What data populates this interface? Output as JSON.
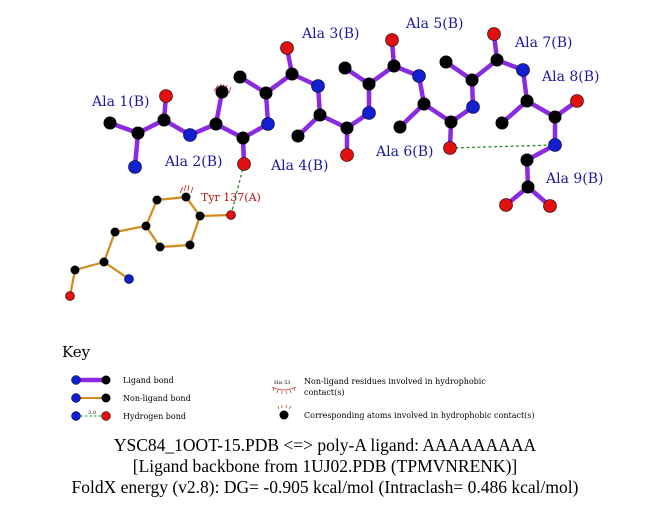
{
  "residue_labels": [
    {
      "id": "ala1",
      "text": "Ala 1(B)"
    },
    {
      "id": "ala2",
      "text": "Ala 2(B)"
    },
    {
      "id": "ala3",
      "text": "Ala 3(B)"
    },
    {
      "id": "ala4",
      "text": "Ala 4(B)"
    },
    {
      "id": "ala5",
      "text": "Ala 5(B)"
    },
    {
      "id": "ala6",
      "text": "Ala 6(B)"
    },
    {
      "id": "ala7",
      "text": "Ala 7(B)"
    },
    {
      "id": "ala8",
      "text": "Ala 8(B)"
    },
    {
      "id": "ala9",
      "text": "Ala 9(B)"
    }
  ],
  "interacting_residue": {
    "label": "Tyr 137(A)"
  },
  "key": {
    "title": "Key",
    "ligand_bond": "Ligand bond",
    "non_ligand_bond": "Non-ligand bond",
    "hydrogen_bond": "Hydrogen bond",
    "hbond_length_marker": "3.0",
    "hydrophobic_residues_line1": "Non-ligand residues involved in hydrophobic",
    "hydrophobic_residues_line2": "contact(s)",
    "hydrophobic_residue_example": "His 53",
    "hydrophobic_atoms": "Corresponding atoms involved in hydrophobic contact(s)"
  },
  "caption": {
    "line1": "YSC84_1OOT-15.PDB <=> poly-A ligand: AAAAAAAAA",
    "line2": "[Ligand backbone from 1UJ02.PDB (TPMVNRENK)]",
    "line3": "FoldX energy (v2.8): DG= -0.905 kcal/mol (Intraclash= 0.486 kcal/mol)"
  },
  "colors": {
    "ligand_bond": "#8a2be2",
    "non_ligand_bond": "#d4891a",
    "hydrogen_bond": "#2a8a2a",
    "carbon": "#000000",
    "nitrogen": "#1020d0",
    "oxygen": "#e01010",
    "hydrophobic_arc": "#c04030",
    "label_blue": "#1a1aa0",
    "label_red": "#b01010"
  }
}
